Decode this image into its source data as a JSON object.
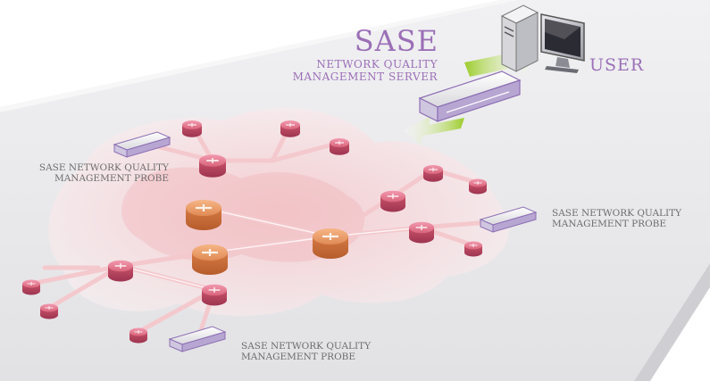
{
  "server": {
    "title": "SASE",
    "subtitle_line1": "NETWORK QUALITY",
    "subtitle_line2": "MANAGEMENT  SERVER"
  },
  "user": {
    "label": "USER"
  },
  "probes": {
    "left": {
      "line1": "SASE NETWORK QUALITY",
      "line2": "MANAGEMENT PROBE"
    },
    "right": {
      "line1": "SASE NETWORK QUALITY",
      "line2": "MANAGEMENT PROBE"
    },
    "bottom": {
      "line1": "SASE NETWORK QUALITY",
      "line2": "MANAGEMENT PROBE"
    }
  },
  "colors": {
    "accent_purple": "#9b6fb6",
    "router_pink": "#d9647a",
    "router_orange": "#e08a55",
    "arrow_green": "#9ccc2a",
    "platform": "#e8e8ea"
  },
  "icons": [
    "server-icon",
    "user-computer-icon",
    "router-icon",
    "probe-icon",
    "arrow-icon"
  ]
}
